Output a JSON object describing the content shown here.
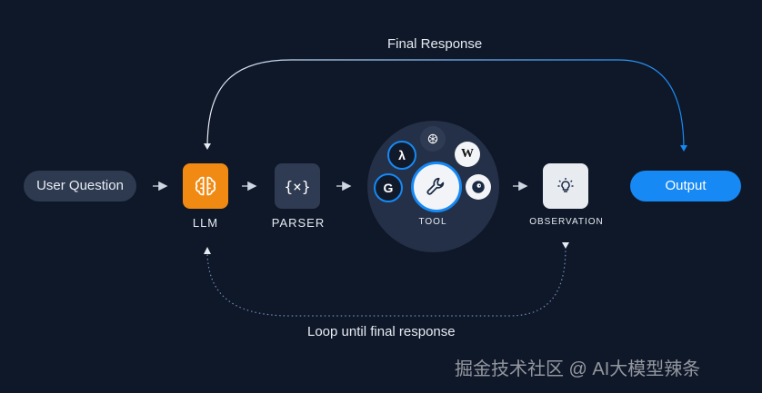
{
  "diagram": {
    "top_label": "Final Response",
    "bottom_label": "Loop until final response",
    "user_question": "User Question",
    "output": "Output",
    "llm_caption": "LLM",
    "parser_caption": "PARSER",
    "parser_symbol": "{×}",
    "tool_caption": "TOOL",
    "observation_caption": "OBSERVATION",
    "tool_icons": {
      "lambda": "λ",
      "wiki": "W",
      "google": "G"
    }
  },
  "watermark": "掘金技术社区 @ AI大模型辣条",
  "colors": {
    "background": "#0f1829",
    "accent_blue": "#1689f5",
    "llm_orange": "#f08a12"
  },
  "icons": [
    "brain-icon",
    "wrench-icon",
    "lightbulb-icon",
    "openai-icon",
    "duckduckgo-icon"
  ]
}
